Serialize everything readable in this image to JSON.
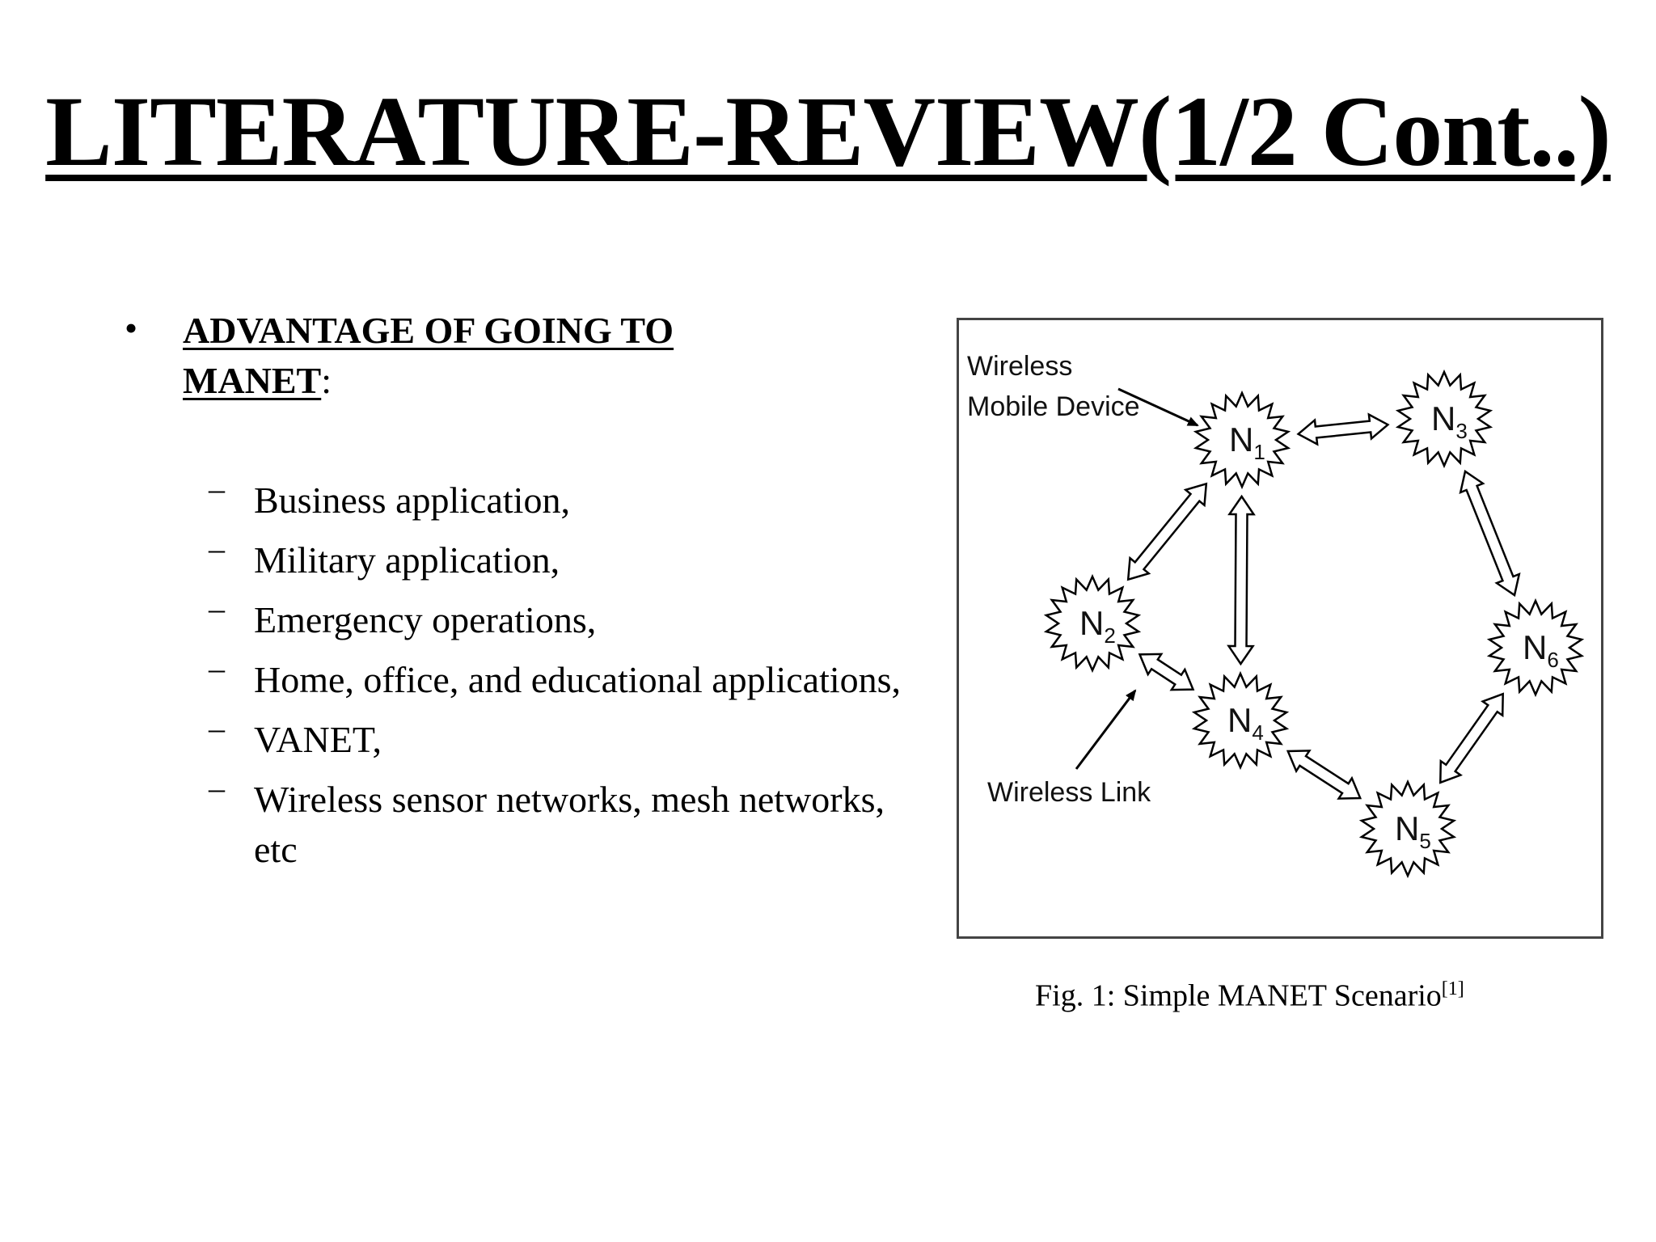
{
  "slide": {
    "title": "LITERATURE-REVIEW(1/2 Cont..)",
    "bullet_symbol": "•",
    "heading": "ADVANTAGE OF GOING TO MANET",
    "heading_suffix": ":",
    "dash_symbol": "–",
    "items": [
      "Business application,",
      "Military application,",
      "Emergency operations,",
      "Home, office, and educational applications,",
      "VANET,",
      "Wireless sensor networks, mesh networks, etc"
    ]
  },
  "figure": {
    "labels": {
      "device_line1": "Wireless",
      "device_line2": "Mobile Device",
      "link": "Wireless Link"
    },
    "nodes": [
      {
        "base": "N",
        "sub": "1"
      },
      {
        "base": "N",
        "sub": "2"
      },
      {
        "base": "N",
        "sub": "3"
      },
      {
        "base": "N",
        "sub": "4"
      },
      {
        "base": "N",
        "sub": "5"
      },
      {
        "base": "N",
        "sub": "6"
      }
    ],
    "caption": "Fig. 1: Simple MANET Scenario",
    "caption_ref": "[1]"
  },
  "colors": {
    "text": "#000000",
    "figure_border": "#444444",
    "background": "#ffffff"
  }
}
